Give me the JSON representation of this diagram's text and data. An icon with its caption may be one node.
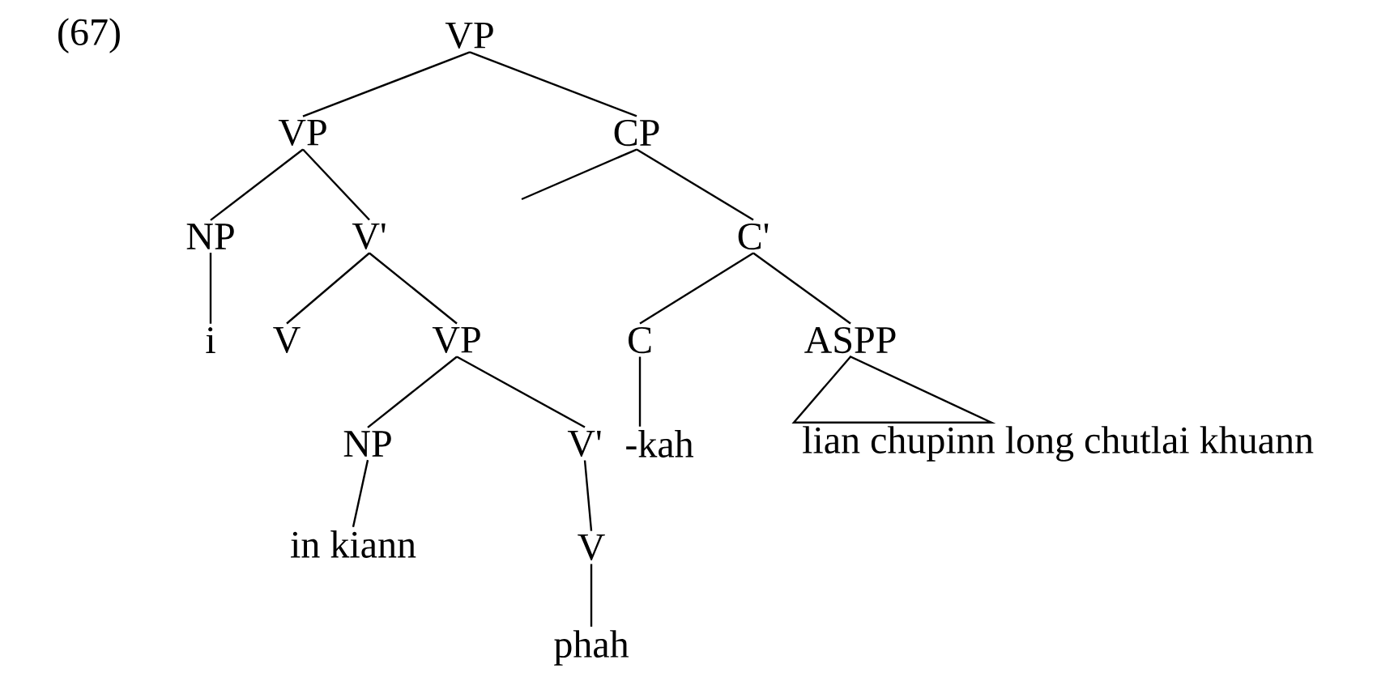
{
  "diagram": {
    "nodes": [
      {
        "text": [
          "VP"
        ]
      },
      {
        "text": [
          "VP"
        ]
      },
      {
        "text": [
          "CP"
        ]
      },
      {
        "text": [
          "NP"
        ]
      },
      {
        "text": [
          "V'"
        ]
      },
      {
        "text": [
          "C'"
        ]
      },
      {
        "text": [
          "i"
        ]
      },
      {
        "text": [
          "V"
        ]
      },
      {
        "text": [
          "VP"
        ]
      },
      {
        "text": [
          "C"
        ]
      },
      {
        "text": [
          "ASPP"
        ]
      },
      {
        "text": [
          "NP"
        ]
      },
      {
        "text": [
          "V'"
        ]
      },
      {
        "text": [
          "-kah"
        ]
      },
      {
        "text": [
          "lian chupinn long chutlai khuann"
        ]
      },
      {
        "text": [
          "in kiann"
        ]
      },
      {
        "text": [
          "V"
        ]
      },
      {
        "text": [
          "phah"
        ]
      }
    ],
    "edges": [
      {
        "from": 0,
        "to": 1,
        "arrow": "none"
      },
      {
        "from": 0,
        "to": 2,
        "arrow": "none"
      },
      {
        "from": 1,
        "to": 3,
        "arrow": "none"
      },
      {
        "from": 1,
        "to": 4,
        "arrow": "none"
      },
      {
        "from": 2,
        "to": null,
        "arrow": "none"
      },
      {
        "from": 2,
        "to": 5,
        "arrow": "none"
      },
      {
        "from": 3,
        "to": 6,
        "arrow": "none"
      },
      {
        "from": 4,
        "to": 7,
        "arrow": "none"
      },
      {
        "from": 4,
        "to": 8,
        "arrow": "none"
      },
      {
        "from": 5,
        "to": 9,
        "arrow": "none"
      },
      {
        "from": 5,
        "to": 10,
        "arrow": "none"
      },
      {
        "from": 8,
        "to": 11,
        "arrow": "none"
      },
      {
        "from": 8,
        "to": 12,
        "arrow": "none"
      },
      {
        "from": 9,
        "to": 13,
        "arrow": "none"
      },
      {
        "from": 10,
        "to": 14,
        "arrow": "none"
      },
      {
        "from": 11,
        "to": 15,
        "arrow": "none"
      },
      {
        "from": 12,
        "to": 16,
        "arrow": "none"
      },
      {
        "from": 16,
        "to": 17,
        "arrow": "none"
      }
    ],
    "labels": [
      "(67)"
    ]
  }
}
